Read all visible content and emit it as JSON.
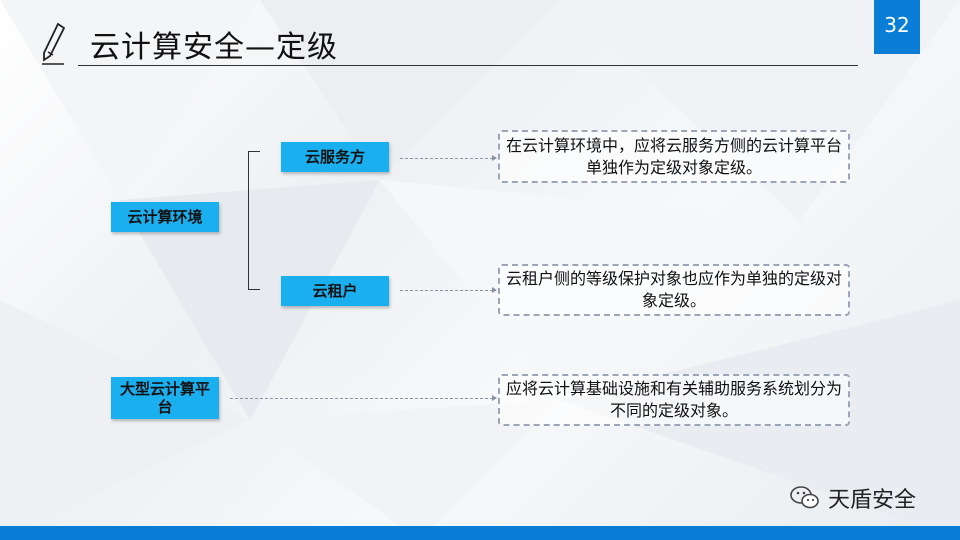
{
  "header": {
    "title": "云计算安全—定级"
  },
  "page_number": "32",
  "nodes": {
    "cloud_env": "云计算环境",
    "cloud_provider": "云服务方",
    "cloud_tenant": "云租户",
    "large_platform": "大型云计算平台"
  },
  "descriptions": {
    "provider": "在云计算环境中，应将云服务方侧的云计算平台单独作为定级对象定级。",
    "tenant": "云租户侧的等级保护对象也应作为单独的定级对象定级。",
    "platform": "应将云计算基础设施和有关辅助服务系统划分为不同的定级对象。"
  },
  "watermark": {
    "text": "天盾安全"
  },
  "colors": {
    "accent": "#0a7ed6",
    "node": "#1ab0ef"
  }
}
